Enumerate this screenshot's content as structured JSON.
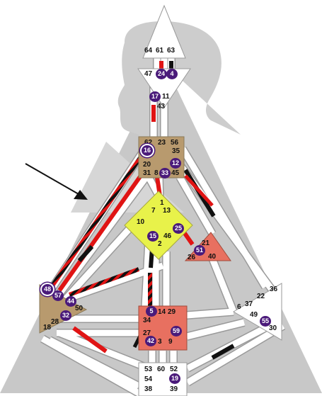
{
  "colors": {
    "background": "#ffffff",
    "silhouette": "#c8c8c8",
    "silhouette_light": "#dcdcdc",
    "channel_open": "#ffffff",
    "channel_outline": "#9a9a9a",
    "gate_design": "#e01414",
    "gate_personality": "#111111",
    "gate_marker": "#4a1a7a",
    "center_white": "#ffffff",
    "center_tan": "#b89a6e",
    "center_yellow": "#e8f24a",
    "center_red": "#e87060",
    "center_stroke": "#8a7a5a"
  },
  "centers": {
    "head": {
      "defined": false,
      "color": "white"
    },
    "ajna": {
      "defined": false,
      "color": "white"
    },
    "throat": {
      "defined": true,
      "color": "tan"
    },
    "g": {
      "defined": true,
      "color": "yellow"
    },
    "heart": {
      "defined": true,
      "color": "red"
    },
    "spleen": {
      "defined": true,
      "color": "tan"
    },
    "sacral": {
      "defined": true,
      "color": "red"
    },
    "solar_plexus": {
      "defined": false,
      "color": "white"
    },
    "root": {
      "defined": false,
      "color": "white"
    }
  },
  "gates": {
    "g64": "64",
    "g61": "61",
    "g63": "63",
    "g47": "47",
    "g24": "24",
    "g4": "4",
    "g17": "17",
    "g11": "11",
    "g43": "43",
    "g62": "62",
    "g23": "23",
    "g56": "56",
    "g16": "16",
    "g35": "35",
    "g20": "20",
    "g12": "12",
    "g31": "31",
    "g8": "8",
    "g33": "33",
    "g45": "45",
    "g1": "1",
    "g7": "7",
    "g13": "13",
    "g10": "10",
    "g25": "25",
    "g15": "15",
    "g46": "46",
    "g2": "2",
    "g21": "21",
    "g51": "51",
    "g26": "26",
    "g40": "40",
    "g48": "48",
    "g57": "57",
    "g44": "44",
    "g50": "50",
    "g32": "32",
    "g28": "28",
    "g18": "18",
    "g5": "5",
    "g14": "14",
    "g29": "29",
    "g34": "34",
    "g27": "27",
    "g59": "59",
    "g42": "42",
    "g3": "3",
    "g9": "9",
    "g36": "36",
    "g22": "22",
    "g6": "6",
    "g37": "37",
    "g49": "49",
    "g55": "55",
    "g30": "30",
    "g53": "53",
    "g60": "60",
    "g52": "52",
    "g54": "54",
    "g19": "19",
    "g38": "38",
    "g39": "39"
  }
}
